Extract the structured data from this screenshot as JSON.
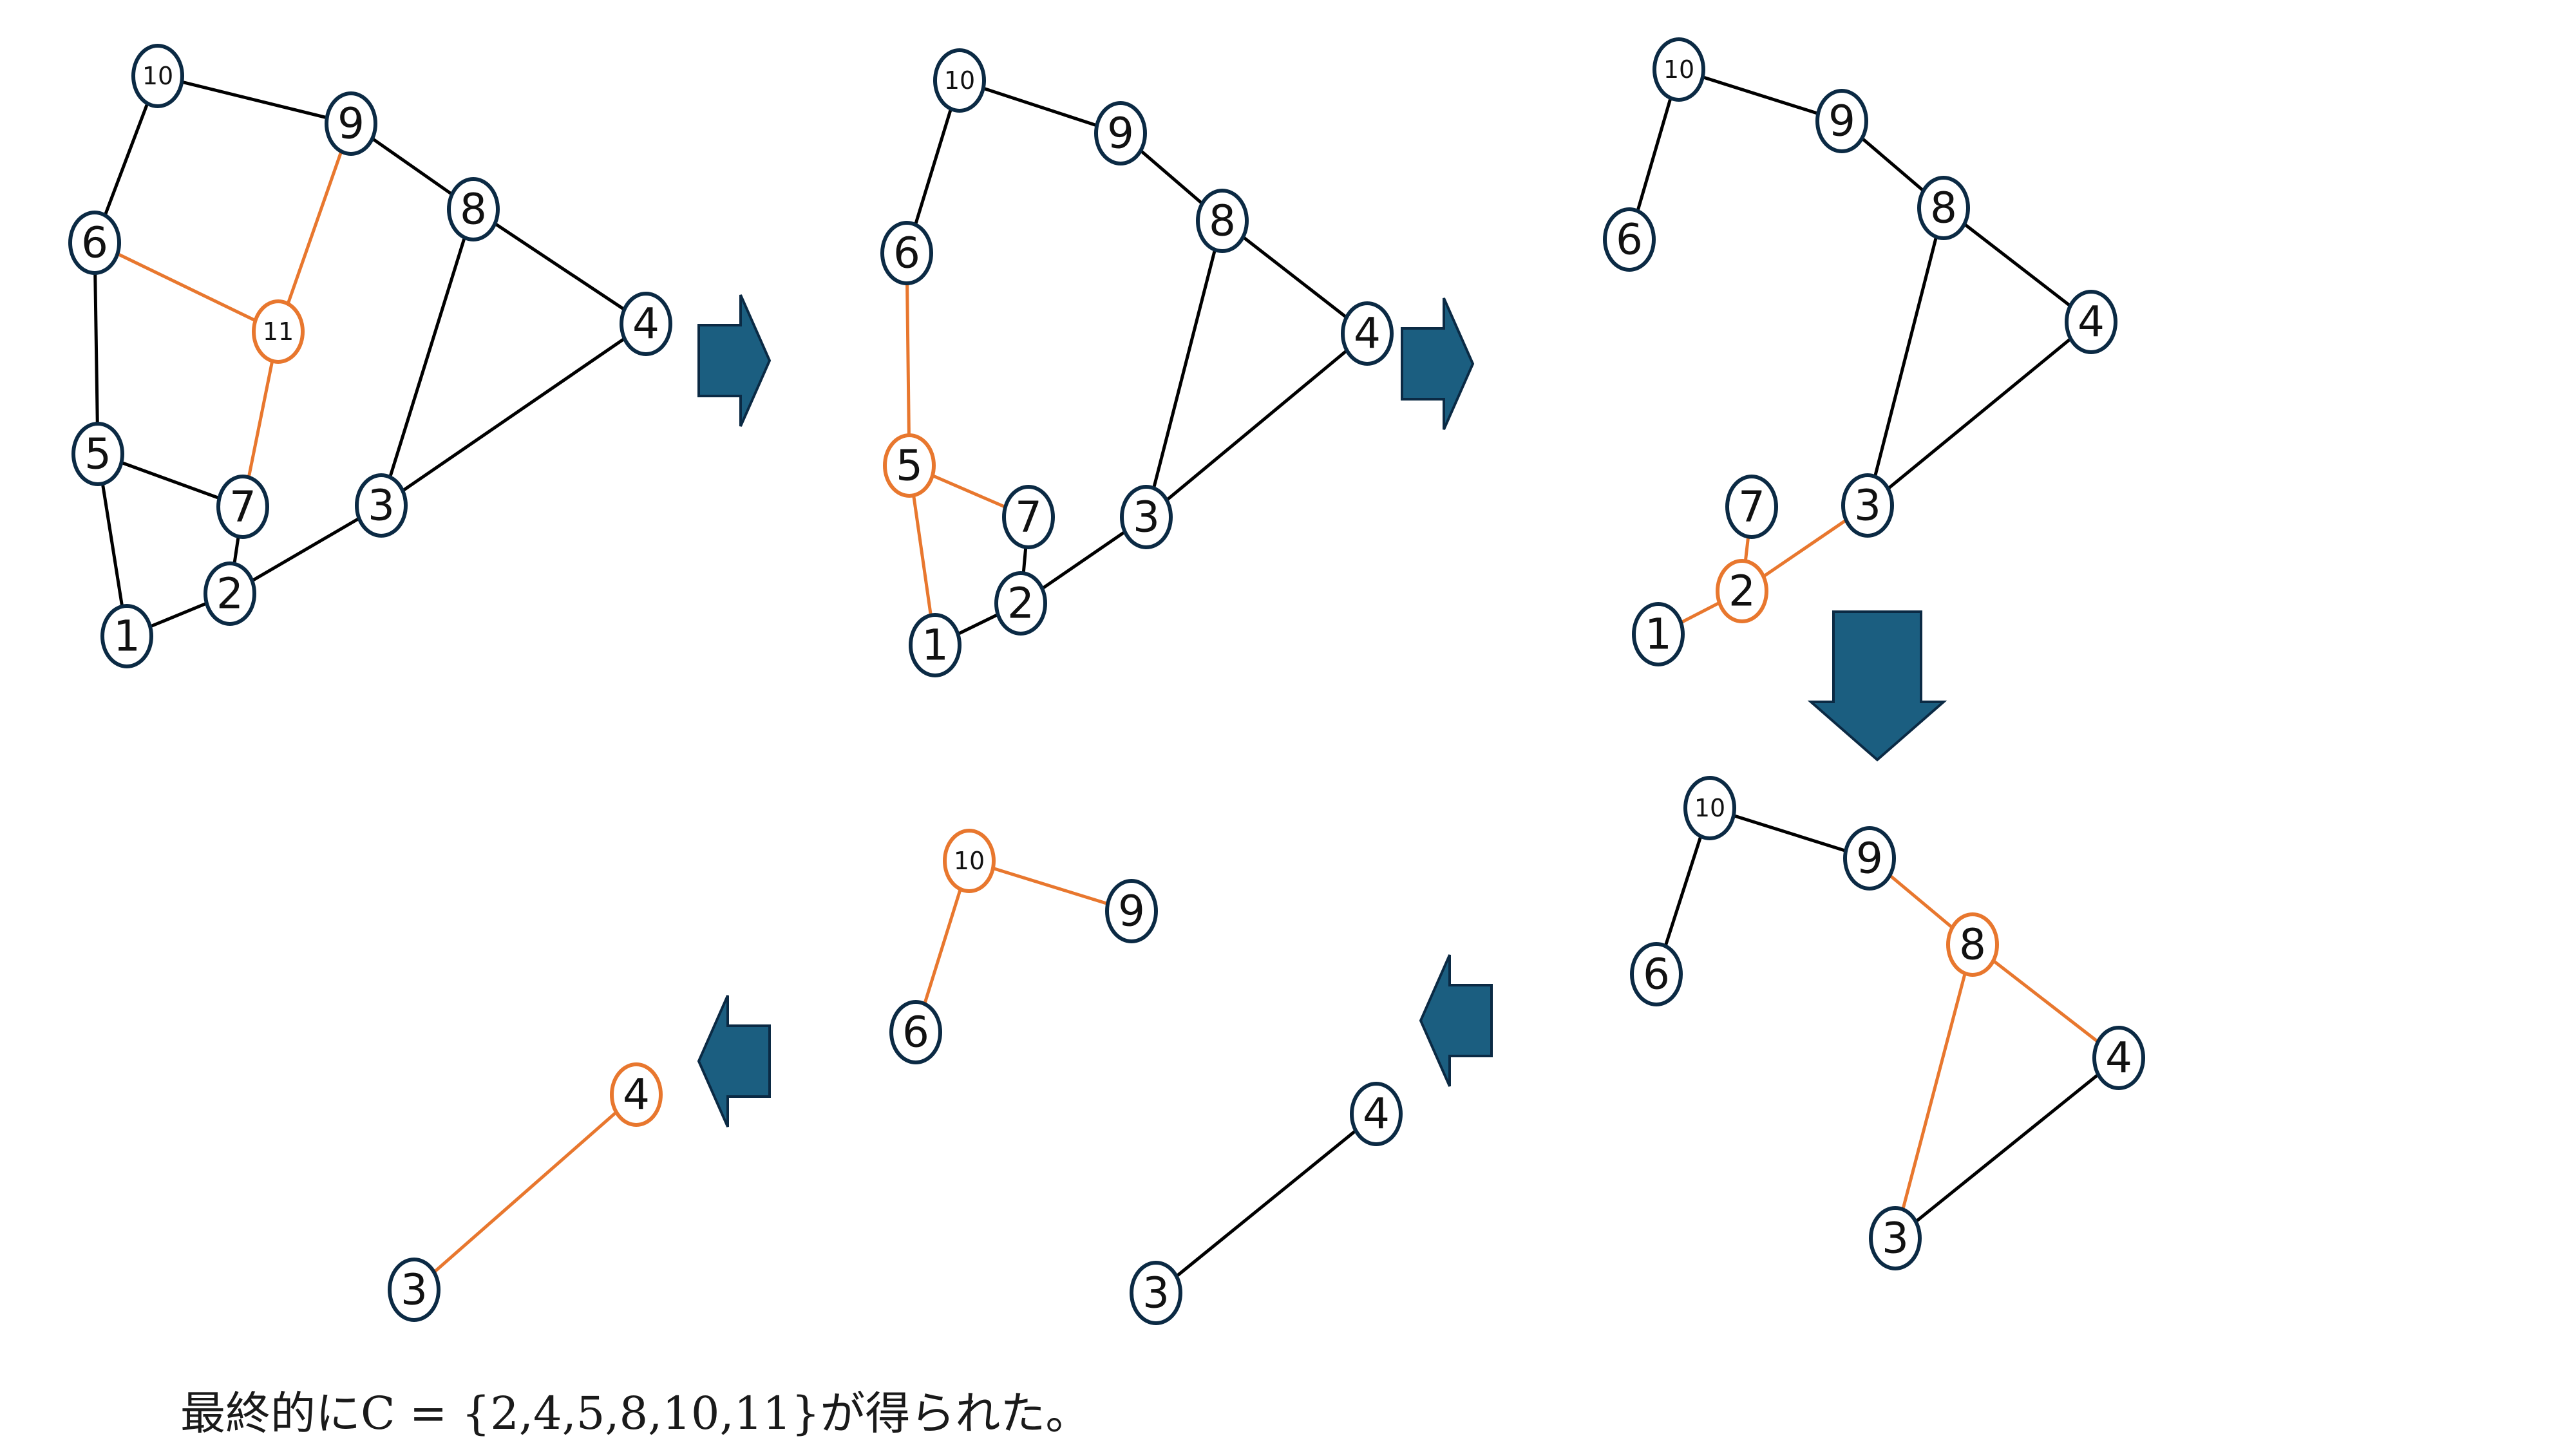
{
  "colors": {
    "edge": "#000000",
    "highlight": "#e8772e",
    "node_stroke": "#0b2a44",
    "arrow_fill": "#1b5e80",
    "arrow_stroke": "#0b2a44"
  },
  "caption": "最終的にC = {2,4,5,8,10,11}が得られた。",
  "steps": [
    {
      "nodes": [
        {
          "id": "10",
          "label": "10",
          "highlight": false
        },
        {
          "id": "9",
          "label": "9",
          "highlight": false
        },
        {
          "id": "8",
          "label": "8",
          "highlight": false
        },
        {
          "id": "6",
          "label": "6",
          "highlight": false
        },
        {
          "id": "11",
          "label": "11",
          "highlight": true
        },
        {
          "id": "4",
          "label": "4",
          "highlight": false
        },
        {
          "id": "5",
          "label": "5",
          "highlight": false
        },
        {
          "id": "7",
          "label": "7",
          "highlight": false
        },
        {
          "id": "3",
          "label": "3",
          "highlight": false
        },
        {
          "id": "2",
          "label": "2",
          "highlight": false
        },
        {
          "id": "1",
          "label": "1",
          "highlight": false
        }
      ],
      "edges": [
        {
          "from": "10",
          "to": "9",
          "highlight": false
        },
        {
          "from": "10",
          "to": "6",
          "highlight": false
        },
        {
          "from": "9",
          "to": "8",
          "highlight": false
        },
        {
          "from": "9",
          "to": "11",
          "highlight": true
        },
        {
          "from": "6",
          "to": "11",
          "highlight": true
        },
        {
          "from": "11",
          "to": "7",
          "highlight": true
        },
        {
          "from": "6",
          "to": "5",
          "highlight": false
        },
        {
          "from": "5",
          "to": "7",
          "highlight": false
        },
        {
          "from": "5",
          "to": "1",
          "highlight": false
        },
        {
          "from": "7",
          "to": "2",
          "highlight": false
        },
        {
          "from": "1",
          "to": "2",
          "highlight": false
        },
        {
          "from": "2",
          "to": "3",
          "highlight": false
        },
        {
          "from": "8",
          "to": "3",
          "highlight": false
        },
        {
          "from": "8",
          "to": "4",
          "highlight": false
        },
        {
          "from": "3",
          "to": "4",
          "highlight": false
        }
      ]
    },
    {
      "nodes": [
        {
          "id": "10",
          "label": "10",
          "highlight": false
        },
        {
          "id": "9",
          "label": "9",
          "highlight": false
        },
        {
          "id": "8",
          "label": "8",
          "highlight": false
        },
        {
          "id": "6",
          "label": "6",
          "highlight": false
        },
        {
          "id": "4",
          "label": "4",
          "highlight": false
        },
        {
          "id": "5",
          "label": "5",
          "highlight": true
        },
        {
          "id": "7",
          "label": "7",
          "highlight": false
        },
        {
          "id": "3",
          "label": "3",
          "highlight": false
        },
        {
          "id": "2",
          "label": "2",
          "highlight": false
        },
        {
          "id": "1",
          "label": "1",
          "highlight": false
        }
      ],
      "edges": [
        {
          "from": "10",
          "to": "9",
          "highlight": false
        },
        {
          "from": "10",
          "to": "6",
          "highlight": false
        },
        {
          "from": "9",
          "to": "8",
          "highlight": false
        },
        {
          "from": "6",
          "to": "5",
          "highlight": true
        },
        {
          "from": "5",
          "to": "7",
          "highlight": true
        },
        {
          "from": "5",
          "to": "1",
          "highlight": true
        },
        {
          "from": "7",
          "to": "2",
          "highlight": false
        },
        {
          "from": "1",
          "to": "2",
          "highlight": false
        },
        {
          "from": "2",
          "to": "3",
          "highlight": false
        },
        {
          "from": "8",
          "to": "3",
          "highlight": false
        },
        {
          "from": "8",
          "to": "4",
          "highlight": false
        },
        {
          "from": "3",
          "to": "4",
          "highlight": false
        }
      ]
    },
    {
      "nodes": [
        {
          "id": "10",
          "label": "10",
          "highlight": false
        },
        {
          "id": "9",
          "label": "9",
          "highlight": false
        },
        {
          "id": "8",
          "label": "8",
          "highlight": false
        },
        {
          "id": "6",
          "label": "6",
          "highlight": false
        },
        {
          "id": "4",
          "label": "4",
          "highlight": false
        },
        {
          "id": "7",
          "label": "7",
          "highlight": false
        },
        {
          "id": "3",
          "label": "3",
          "highlight": false
        },
        {
          "id": "2",
          "label": "2",
          "highlight": true
        },
        {
          "id": "1",
          "label": "1",
          "highlight": false
        }
      ],
      "edges": [
        {
          "from": "10",
          "to": "9",
          "highlight": false
        },
        {
          "from": "10",
          "to": "6",
          "highlight": false
        },
        {
          "from": "9",
          "to": "8",
          "highlight": false
        },
        {
          "from": "8",
          "to": "3",
          "highlight": false
        },
        {
          "from": "8",
          "to": "4",
          "highlight": false
        },
        {
          "from": "3",
          "to": "4",
          "highlight": false
        },
        {
          "from": "7",
          "to": "2",
          "highlight": true
        },
        {
          "from": "1",
          "to": "2",
          "highlight": true
        },
        {
          "from": "2",
          "to": "3",
          "highlight": true
        }
      ]
    },
    {
      "nodes": [
        {
          "id": "10",
          "label": "10",
          "highlight": false
        },
        {
          "id": "9",
          "label": "9",
          "highlight": false
        },
        {
          "id": "8",
          "label": "8",
          "highlight": true
        },
        {
          "id": "6",
          "label": "6",
          "highlight": false
        },
        {
          "id": "4",
          "label": "4",
          "highlight": false
        },
        {
          "id": "3",
          "label": "3",
          "highlight": false
        }
      ],
      "edges": [
        {
          "from": "10",
          "to": "9",
          "highlight": false
        },
        {
          "from": "10",
          "to": "6",
          "highlight": false
        },
        {
          "from": "9",
          "to": "8",
          "highlight": true
        },
        {
          "from": "8",
          "to": "4",
          "highlight": true
        },
        {
          "from": "8",
          "to": "3",
          "highlight": true
        },
        {
          "from": "3",
          "to": "4",
          "highlight": false
        }
      ]
    },
    {
      "nodes": [
        {
          "id": "10",
          "label": "10",
          "highlight": true
        },
        {
          "id": "9",
          "label": "9",
          "highlight": false
        },
        {
          "id": "6",
          "label": "6",
          "highlight": false
        },
        {
          "id": "4",
          "label": "4",
          "highlight": false
        },
        {
          "id": "3",
          "label": "3",
          "highlight": false
        }
      ],
      "edges": [
        {
          "from": "10",
          "to": "9",
          "highlight": true
        },
        {
          "from": "10",
          "to": "6",
          "highlight": true
        },
        {
          "from": "3",
          "to": "4",
          "highlight": false
        }
      ]
    },
    {
      "nodes": [
        {
          "id": "4",
          "label": "4",
          "highlight": true
        },
        {
          "id": "3",
          "label": "3",
          "highlight": false
        }
      ],
      "edges": [
        {
          "from": "3",
          "to": "4",
          "highlight": true
        }
      ]
    }
  ]
}
